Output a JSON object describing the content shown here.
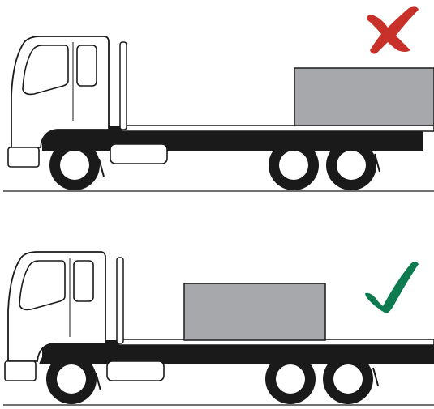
{
  "panels": [
    {
      "id": "incorrect",
      "verdict": "incorrect",
      "load_position": "rear-overhang",
      "mark": "cross-icon"
    },
    {
      "id": "correct",
      "verdict": "correct",
      "load_position": "centered-over-axles",
      "mark": "check-icon"
    }
  ],
  "colors": {
    "cross": "#c8312a",
    "check": "#0e7a4f",
    "load": "#a7a8ab",
    "chassis": "#1a1a1a",
    "cab": "#ffffff",
    "outline": "#1a1a1a"
  }
}
